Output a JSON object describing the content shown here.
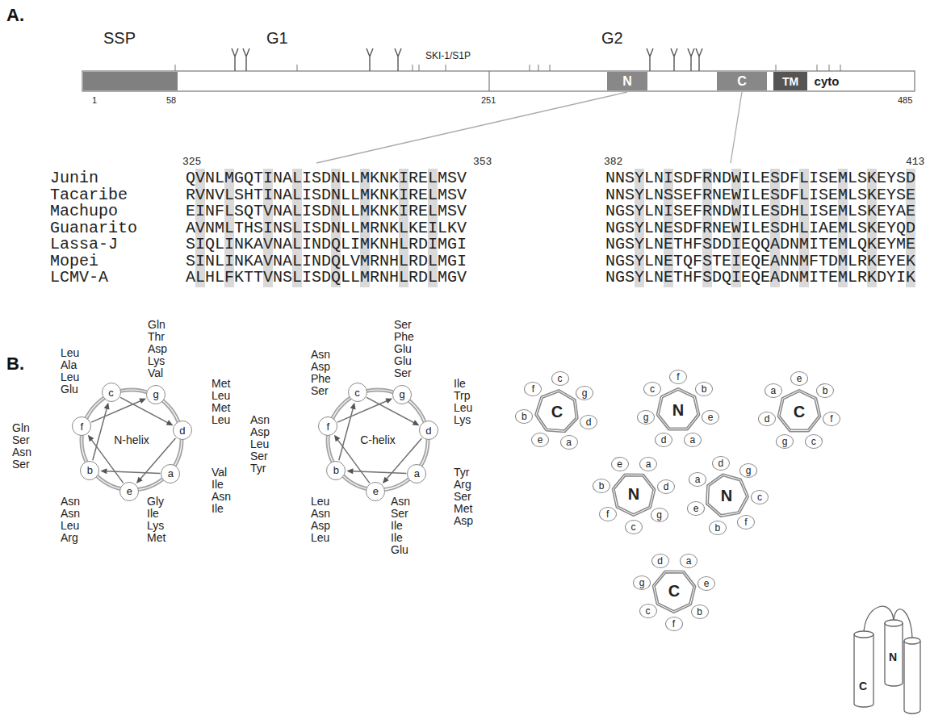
{
  "diagram": {
    "nodes": [
      {
        "text": [
          "N"
        ]
      },
      {
        "text": [
          "C"
        ]
      },
      {
        "text": [
          "TM"
        ]
      },
      {
        "text": [
          "cyto"
        ]
      },
      {
        "text": [
          "N-helix"
        ]
      },
      {
        "text": [
          "g"
        ],
        "in": 4
      },
      {
        "text": [
          "d"
        ],
        "in": 4
      },
      {
        "text": [
          "a"
        ],
        "in": 4
      },
      {
        "text": [
          "e"
        ],
        "in": 4
      },
      {
        "text": [
          "b"
        ],
        "in": 4
      },
      {
        "text": [
          "f"
        ],
        "in": 4
      },
      {
        "text": [
          "c"
        ],
        "in": 4
      },
      {
        "text": [
          "C-helix"
        ]
      },
      {
        "text": [
          "g"
        ],
        "in": 12
      },
      {
        "text": [
          "d"
        ],
        "in": 12
      },
      {
        "text": [
          "a"
        ],
        "in": 12
      },
      {
        "text": [
          "e"
        ],
        "in": 12
      },
      {
        "text": [
          "b"
        ],
        "in": 12
      },
      {
        "text": [
          "f"
        ],
        "in": 12
      },
      {
        "text": [
          "c"
        ],
        "in": 12
      },
      {
        "text": [
          "C"
        ]
      },
      {
        "text": [
          "c"
        ],
        "in": 20
      },
      {
        "text": [
          "g"
        ],
        "in": 20
      },
      {
        "text": [
          "d"
        ],
        "in": 20
      },
      {
        "text": [
          "a"
        ],
        "in": 20
      },
      {
        "text": [
          "e"
        ],
        "in": 20
      },
      {
        "text": [
          "b"
        ],
        "in": 20
      },
      {
        "text": [
          "f"
        ],
        "in": 20
      },
      {
        "text": [
          "N"
        ]
      },
      {
        "text": [
          "f"
        ],
        "in": 28
      },
      {
        "text": [
          "b"
        ],
        "in": 28
      },
      {
        "text": [
          "e"
        ],
        "in": 28
      },
      {
        "text": [
          "a"
        ],
        "in": 28
      },
      {
        "text": [
          "d"
        ],
        "in": 28
      },
      {
        "text": [
          "g"
        ],
        "in": 28
      },
      {
        "text": [
          "c"
        ],
        "in": 28
      },
      {
        "text": [
          "C"
        ]
      },
      {
        "text": [
          "e"
        ],
        "in": 36
      },
      {
        "text": [
          "b"
        ],
        "in": 36
      },
      {
        "text": [
          "f"
        ],
        "in": 36
      },
      {
        "text": [
          "c"
        ],
        "in": 36
      },
      {
        "text": [
          "g"
        ],
        "in": 36
      },
      {
        "text": [
          "d"
        ],
        "in": 36
      },
      {
        "text": [
          "a"
        ],
        "in": 36
      },
      {
        "text": [
          "N"
        ]
      },
      {
        "text": [
          "e"
        ],
        "in": 44
      },
      {
        "text": [
          "a"
        ],
        "in": 44
      },
      {
        "text": [
          "d"
        ],
        "in": 44
      },
      {
        "text": [
          "g"
        ],
        "in": 44
      },
      {
        "text": [
          "c"
        ],
        "in": 44
      },
      {
        "text": [
          "f"
        ],
        "in": 44
      },
      {
        "text": [
          "b"
        ],
        "in": 44
      },
      {
        "text": [
          "N"
        ]
      },
      {
        "text": [
          "d"
        ],
        "in": 52
      },
      {
        "text": [
          "g"
        ],
        "in": 52
      },
      {
        "text": [
          "c"
        ],
        "in": 52
      },
      {
        "text": [
          "f"
        ],
        "in": 52
      },
      {
        "text": [
          "b"
        ],
        "in": 52
      },
      {
        "text": [
          "e"
        ],
        "in": 52
      },
      {
        "text": [
          "a"
        ],
        "in": 52
      },
      {
        "text": [
          "C"
        ]
      },
      {
        "text": [
          "d"
        ],
        "in": 60
      },
      {
        "text": [
          "a"
        ],
        "in": 60
      },
      {
        "text": [
          "e"
        ],
        "in": 60
      },
      {
        "text": [
          "b"
        ],
        "in": 60
      },
      {
        "text": [
          "f"
        ],
        "in": 60
      },
      {
        "text": [
          "c"
        ],
        "in": 60
      },
      {
        "text": [
          "g"
        ],
        "in": 60
      }
    ],
    "edges": [
      {
        "from": 7,
        "to": 9,
        "arrow": "to"
      },
      {
        "from": 9,
        "to": 11,
        "arrow": "to"
      },
      {
        "from": 11,
        "to": 6,
        "arrow": "to"
      },
      {
        "from": 6,
        "to": 8,
        "arrow": "to"
      },
      {
        "from": 8,
        "to": 10,
        "arrow": "to"
      },
      {
        "from": 10,
        "to": 5,
        "arrow": "to"
      },
      {
        "from": 15,
        "to": 17,
        "arrow": "to"
      },
      {
        "from": 17,
        "to": 19,
        "arrow": "to"
      },
      {
        "from": 19,
        "to": 14,
        "arrow": "to"
      },
      {
        "from": 14,
        "to": 16,
        "arrow": "to"
      },
      {
        "from": 16,
        "to": 18,
        "arrow": "to"
      },
      {
        "from": 18,
        "to": 13,
        "arrow": "to"
      }
    ],
    "labels": [
      "A.",
      "SSP",
      "G1",
      "G2",
      "SKI-1/S1P",
      "1",
      "58",
      "251",
      "485",
      "325",
      "353",
      "382",
      "413",
      "Junin",
      "Tacaribe",
      "Machupo",
      "Guanarito",
      "Lassa-J",
      "Mopei",
      "LCMV-A",
      "QVNLMGQTINALISDNLLMKNKIRELMSV",
      "RVNVLSHTINALISDNLLMKNKIRELMSV",
      "EINFLSQTVNALISDNLLMKNKIRELMSV",
      "AVNMLTHSINSLISDNLLMRNKLKEILKV",
      "SIQLINKAVNALINDQLIMKNHLRDIMGI",
      "SINLINKAVNALINDQLVMRNHLRDLMGI",
      "ALHLFKTTVNSLISDQLLMRNHLRDLMGV",
      "NNSYLNISDFRNDWILESDFLISEMLSKEYSD",
      "NNSYLNSSEFRNEWILESDFLISEMLSKEYSE",
      "NGSYLNISEFRNDWILESDHLISEMLSKEYAE",
      "NGSYLNESDFRNEWILESDHLIAEMLSKEYQD",
      "NGSYLNETHFSDDIEQQADNMITEMLQKEYME",
      "NGSYLNETQFSTEIEQEANNMFTDMLRKEYEK",
      "NGSYLNETHFSDQIEQEADNMITEMLRKDYIK",
      "B.",
      "Gln Thr Asp Lys Val",
      "Leu Ala Leu Glu",
      "Met Leu Met Leu",
      "Gln Ser Asn Ser",
      "Val Ile Asn Ile",
      "Asn Asn Leu Arg",
      "Gly Ile Lys Met",
      "Ser Phe Glu Glu Ser",
      "Asn Asp Phe Ser",
      "Ile Trp Leu Lys",
      "Asn Asp Leu Ser Tyr",
      "Tyr Arg Ser Met Asp",
      "Leu Asn Asp Leu",
      "Asn Ser Ile Ile Glu",
      "N",
      "C"
    ]
  }
}
